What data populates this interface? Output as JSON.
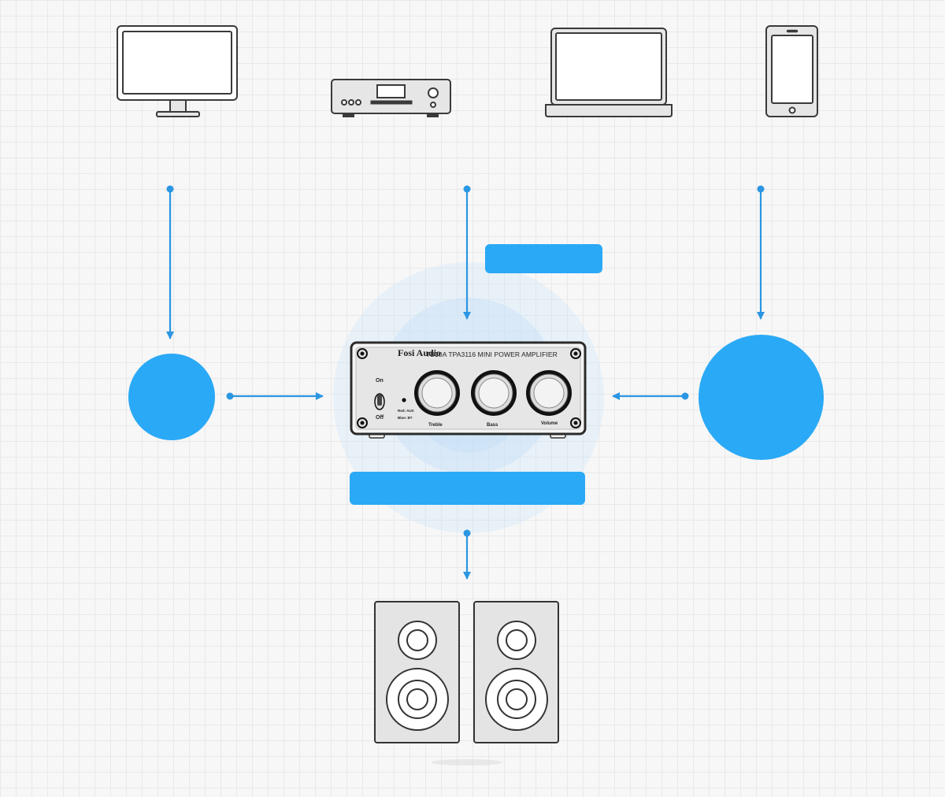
{
  "colors": {
    "accent": "#2aa9f6",
    "line": "#2b96e2",
    "outline": "#3a3a3a",
    "device_fill": "#ffffff",
    "panel_fill": "#e6e6e6",
    "halo": "#cfe6f8"
  },
  "sources": [
    {
      "icon": "monitor-icon"
    },
    {
      "icon": "cd-player-icon"
    },
    {
      "icon": "laptop-icon"
    },
    {
      "icon": "smartphone-icon"
    }
  ],
  "amplifier": {
    "brand": "Fosi Audio",
    "model": "TB10A TPA3116 MINI POWER AMPLIFIER",
    "switch_on": "On",
    "switch_off": "Off",
    "led_red": "Red: AUX",
    "led_blue": "Blue: BT",
    "knobs": [
      "Treble",
      "Bass",
      "Volume"
    ]
  },
  "outputs": [
    {
      "icon": "speaker-icon"
    },
    {
      "icon": "speaker-icon"
    }
  ]
}
